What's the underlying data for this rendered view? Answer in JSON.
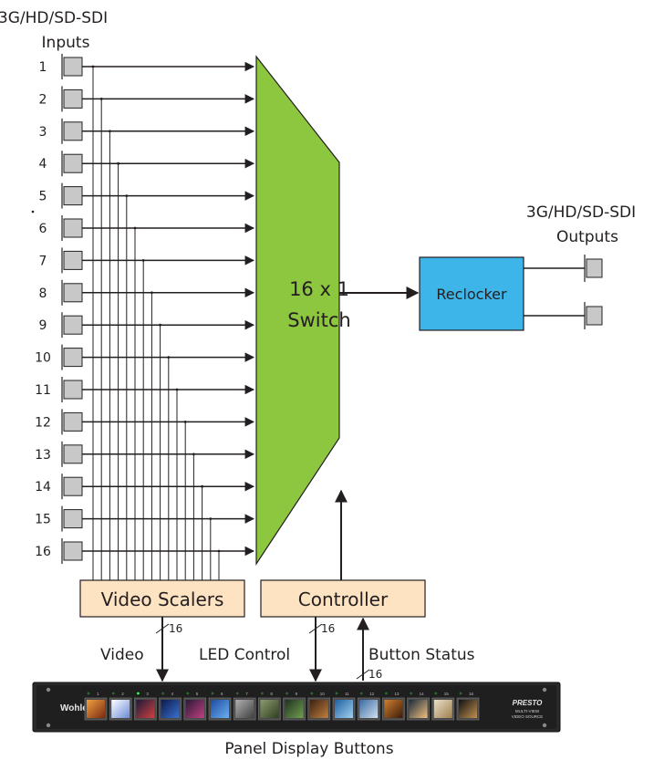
{
  "inputs": {
    "heading_line1": "3G/HD/SD-SDI",
    "heading_line2": "Inputs",
    "numbers": [
      "1",
      "2",
      "3",
      "4",
      "5",
      "6",
      "7",
      "8",
      "9",
      "10",
      "11",
      "12",
      "13",
      "14",
      "15",
      "16"
    ]
  },
  "outputs": {
    "heading_line1": "3G/HD/SD-SDI",
    "heading_line2": "Outputs"
  },
  "switch": {
    "line1": "16 x 1",
    "line2": "Switch"
  },
  "reclocker": {
    "label": "Reclocker"
  },
  "video_scalers": {
    "label": "Video Scalers"
  },
  "controller": {
    "label": "Controller"
  },
  "signals": {
    "video": "Video",
    "led_control": "LED Control",
    "button_status": "Button Status",
    "bus_width_video": "16",
    "bus_width_led": "16",
    "bus_width_button": "16"
  },
  "panel": {
    "brand": "Wohler",
    "product": "PRESTO",
    "product_sub1": "MULTI-VIEW",
    "product_sub2": "VIDEO SOURCE",
    "button_numbers": [
      "1",
      "2",
      "3",
      "4",
      "5",
      "6",
      "7",
      "8",
      "9",
      "10",
      "11",
      "12",
      "13",
      "14",
      "15",
      "16"
    ],
    "caption": "Panel Display Buttons"
  },
  "colors": {
    "switch_fill": "#8dc63f",
    "reclocker_fill": "#3db5e8",
    "box_fill": "#fde3c2",
    "connector_fill": "#c8c8c8",
    "line": "#231f20",
    "panel_body": "#2a2a2a"
  }
}
